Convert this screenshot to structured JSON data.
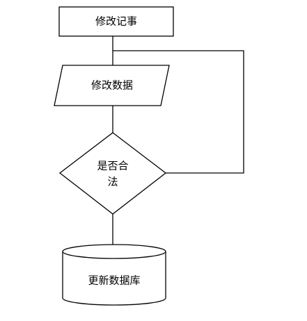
{
  "nodes": {
    "edit_note": {
      "label": "修改记事"
    },
    "modify_data": {
      "label": "修改数据"
    },
    "is_valid": {
      "label_line1": "是否合",
      "label_line2": "法"
    },
    "update_db": {
      "label": "更新数据库"
    }
  }
}
